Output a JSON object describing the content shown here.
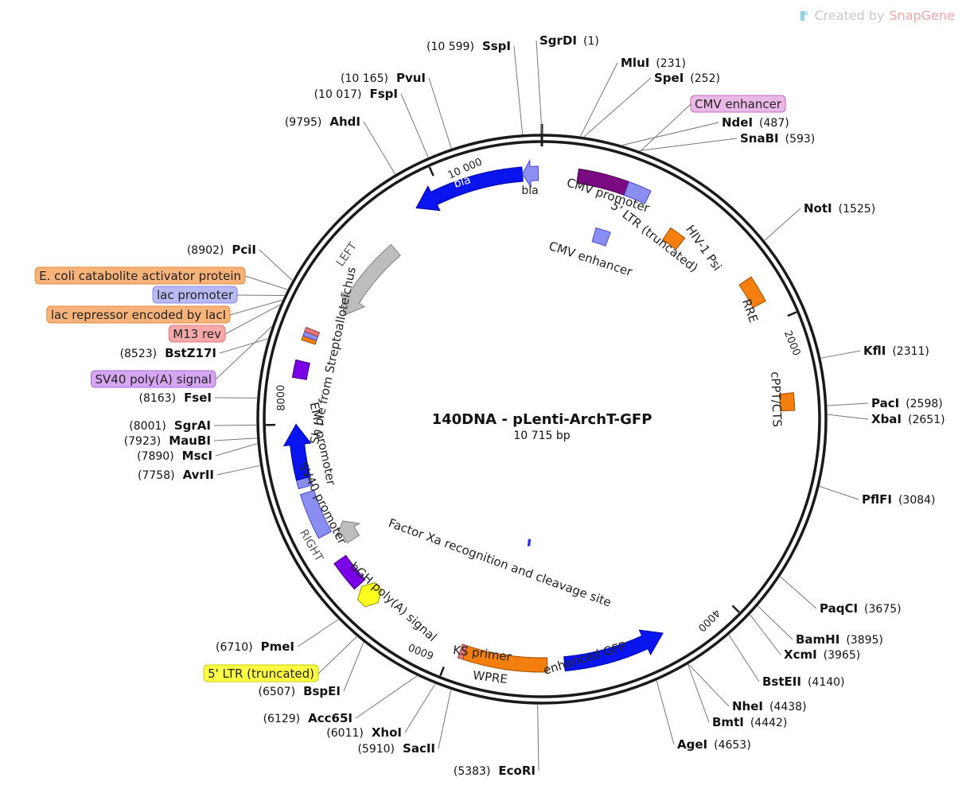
{
  "brand": {
    "prefix": "Created by",
    "name": "SnapGene"
  },
  "plasmid": {
    "name": "140DNA - pLenti-ArchT-GFP",
    "length_label": "10 715 bp",
    "length": 10715,
    "ticks": [
      {
        "pos": 2000,
        "label": "2000"
      },
      {
        "pos": 4000,
        "label": "4000"
      },
      {
        "pos": 6000,
        "label": "6000"
      },
      {
        "pos": 8000,
        "label": "8000"
      },
      {
        "pos": 10000,
        "label": "10 000"
      }
    ]
  },
  "enzymes": [
    {
      "name": "SgrDI",
      "pos": "(1)",
      "bp": 1
    },
    {
      "name": "MluI",
      "pos": "(231)",
      "bp": 231
    },
    {
      "name": "SpeI",
      "pos": "(252)",
      "bp": 252
    },
    {
      "name": "NdeI",
      "pos": "(487)",
      "bp": 487
    },
    {
      "name": "SnaBI",
      "pos": "(593)",
      "bp": 593
    },
    {
      "name": "NotI",
      "pos": "(1525)",
      "bp": 1525
    },
    {
      "name": "KflI",
      "pos": "(2311)",
      "bp": 2311
    },
    {
      "name": "PacI",
      "pos": "(2598)",
      "bp": 2598
    },
    {
      "name": "XbaI",
      "pos": "(2651)",
      "bp": 2651
    },
    {
      "name": "PflFI",
      "pos": "(3084)",
      "bp": 3084
    },
    {
      "name": "PaqCI",
      "pos": "(3675)",
      "bp": 3675
    },
    {
      "name": "BamHI",
      "pos": "(3895)",
      "bp": 3895
    },
    {
      "name": "XcmI",
      "pos": "(3965)",
      "bp": 3965
    },
    {
      "name": "BstEII",
      "pos": "(4140)",
      "bp": 4140
    },
    {
      "name": "NheI",
      "pos": "(4438)",
      "bp": 4438
    },
    {
      "name": "BmtI",
      "pos": "(4442)",
      "bp": 4442
    },
    {
      "name": "AgeI",
      "pos": "(4653)",
      "bp": 4653
    },
    {
      "name": "EcoRI",
      "pos": "(5383)",
      "bp": 5383
    },
    {
      "name": "SacII",
      "pos": "(5910)",
      "bp": 5910
    },
    {
      "name": "XhoI",
      "pos": "(6011)",
      "bp": 6011
    },
    {
      "name": "Acc65I",
      "pos": "(6129)",
      "bp": 6129
    },
    {
      "name": "BspEI",
      "pos": "(6507)",
      "bp": 6507
    },
    {
      "name": "PmeI",
      "pos": "(6710)",
      "bp": 6710
    },
    {
      "name": "AvrII",
      "pos": "(7758)",
      "bp": 7758
    },
    {
      "name": "MscI",
      "pos": "(7890)",
      "bp": 7890
    },
    {
      "name": "MauBI",
      "pos": "(7923)",
      "bp": 7923
    },
    {
      "name": "SgrAI",
      "pos": "(8001)",
      "bp": 8001
    },
    {
      "name": "FseI",
      "pos": "(8163)",
      "bp": 8163
    },
    {
      "name": "BstZ17I",
      "pos": "(8523)",
      "bp": 8523
    },
    {
      "name": "PciI",
      "pos": "(8902)",
      "bp": 8902
    },
    {
      "name": "AhdI",
      "pos": "(9795)",
      "bp": 9795
    },
    {
      "name": "FspI",
      "pos": "(10 017)",
      "bp": 10017
    },
    {
      "name": "PvuI",
      "pos": "(10 165)",
      "bp": 10165
    },
    {
      "name": "SspI",
      "pos": "(10 599)",
      "bp": 10599
    }
  ],
  "boxed_labels": [
    {
      "text": "CMV enhancer",
      "bp": 600,
      "fill": "#e9b8e6",
      "stroke": "#c06bc0"
    },
    {
      "text": "E. coli catabolite activator protein",
      "bp": 8840,
      "fill": "#f7b37a",
      "stroke": "#e38a3d"
    },
    {
      "text": "lac promoter",
      "bp": 8800,
      "fill": "#b9b9f3",
      "stroke": "#8a8ae0"
    },
    {
      "text": "lac repressor encoded by lacI",
      "bp": 8770,
      "fill": "#f7b37a",
      "stroke": "#e38a3d"
    },
    {
      "text": "M13 rev",
      "bp": 8740,
      "fill": "#f7a9a9",
      "stroke": "#e07a7a"
    },
    {
      "text": "SV40 poly(A) signal",
      "bp": 8600,
      "fill": "#d7a6f2",
      "stroke": "#a66ad8"
    },
    {
      "text": "5' LTR (truncated)",
      "bp": 6560,
      "fill": "#ffff44",
      "stroke": "#c9c900"
    }
  ],
  "features": [
    {
      "name": "bla",
      "label": "bla",
      "start": 9800,
      "end": 10580,
      "ring": 1,
      "dir": -1,
      "color": "#0a14ee",
      "stroke": "#0008a0",
      "label_inside": true
    },
    {
      "name": "bla-promoter",
      "label": "bla",
      "start": 10580,
      "end": 10690,
      "ring": 1,
      "dir": -1,
      "color": "#8c8ef0",
      "stroke": "#4a4ad0",
      "label_inside": false
    },
    {
      "name": "cmv-promoter",
      "label": "CMV promoter",
      "start": 250,
      "end": 600,
      "ring": 1,
      "dir": 0,
      "color": "#7a0a80",
      "stroke": "#4a004f"
    },
    {
      "name": "5-ltr",
      "label": "5' LTR (truncated)",
      "start": 600,
      "end": 760,
      "ring": 1,
      "dir": 0,
      "color": "#8a8ef0",
      "stroke": "#4a4ad0"
    },
    {
      "name": "cmv-enhancer",
      "label": "CMV enhancer",
      "start": 470,
      "end": 600,
      "ring": 3,
      "dir": 0,
      "color": "#8a8ef0",
      "stroke": "#4a4ad0"
    },
    {
      "name": "hiv-psi",
      "label": "HIV-1 Psi",
      "start": 1010,
      "end": 1140,
      "ring": 2,
      "dir": 0,
      "color": "#f57f0e",
      "stroke": "#a04e00"
    },
    {
      "name": "rre",
      "label": "RRE",
      "start": 1660,
      "end": 1850,
      "ring": 1,
      "dir": 0,
      "color": "#f57f0e",
      "stroke": "#a04e00"
    },
    {
      "name": "cppt",
      "label": "cPPT/CTS",
      "start": 2500,
      "end": 2620,
      "ring": 1,
      "dir": 0,
      "color": "#f57f0e",
      "stroke": "#a04e00"
    },
    {
      "name": "egfp",
      "label": "enhanced GFP",
      "start": 4480,
      "end": 5200,
      "ring": 1,
      "dir": -1,
      "color": "#0a14ee",
      "stroke": "#0008a0"
    },
    {
      "name": "wpre",
      "label": "WPRE",
      "start": 5320,
      "end": 5900,
      "ring": 1,
      "dir": 0,
      "color": "#f57f0e",
      "stroke": "#a04e00",
      "label_inside": true
    },
    {
      "name": "ks-primer",
      "label": "KS primer",
      "start": 5900,
      "end": 5935,
      "ring": 1,
      "dir": 0,
      "color": "#e07a7a",
      "stroke": "#a04040"
    },
    {
      "name": "factor-xa",
      "label": "Factor Xa recognition and cleavage site",
      "start": 5520,
      "end": 5545,
      "ring": 5,
      "dir": 0,
      "color": "#2a2aff",
      "stroke": "#2a2aff"
    },
    {
      "name": "bgh-polya",
      "label": "bGH poly(A) signal",
      "start": 6780,
      "end": 7000,
      "ring": 1,
      "dir": 0,
      "color": "#7a00e8",
      "stroke": "#40007a"
    },
    {
      "name": "5-ltr-yellow",
      "label": "",
      "start": 6600,
      "end": 6760,
      "ring": 1,
      "dir": 0,
      "color": "#ffff22",
      "stroke": "#909000",
      "double": true
    },
    {
      "name": "sv40-promoter",
      "label": "SV40 promoter",
      "start": 7200,
      "end": 7520,
      "ring": 1,
      "dir": 0,
      "color": "#8a8ef0",
      "stroke": "#4a4ad0"
    },
    {
      "name": "em7-promoter",
      "label": "EM7 promoter",
      "start": 7560,
      "end": 7620,
      "ring": 1,
      "dir": 0,
      "color": "#8a8ef0",
      "stroke": "#4a4ad0"
    },
    {
      "name": "sh-ble",
      "label": "Sh ble from Streptoalloteichus",
      "start": 7620,
      "end": 8000,
      "ring": 1,
      "dir": 1,
      "color": "#0a14ee",
      "stroke": "#0008a0"
    },
    {
      "name": "sv40-polya",
      "label": "",
      "start": 8320,
      "end": 8440,
      "ring": 1,
      "dir": 0,
      "color": "#7a00e8",
      "stroke": "#40007a"
    },
    {
      "name": "lac-block-1",
      "label": "",
      "start": 8580,
      "end": 8610,
      "ring": 1,
      "dir": 0,
      "color": "#f57f0e",
      "stroke": "#a04e00"
    },
    {
      "name": "lac-block-2",
      "label": "",
      "start": 8610,
      "end": 8640,
      "ring": 1,
      "dir": 0,
      "color": "#8a8ef0",
      "stroke": "#4a4ad0"
    },
    {
      "name": "lac-block-3",
      "label": "",
      "start": 8640,
      "end": 8670,
      "ring": 1,
      "dir": 0,
      "color": "#e07a7a",
      "stroke": "#a04040"
    },
    {
      "name": "left-arm",
      "label": "LEFT",
      "start": 8860,
      "end": 9500,
      "ring": 2,
      "dir": -1,
      "color": "#bdbdbd",
      "stroke": "#808080",
      "label_inside": true
    },
    {
      "name": "right-arm",
      "label": "RIGHT",
      "start": 7070,
      "end": 7230,
      "ring": 2,
      "dir": 1,
      "color": "#bdbdbd",
      "stroke": "#808080",
      "label_inside": true
    }
  ]
}
